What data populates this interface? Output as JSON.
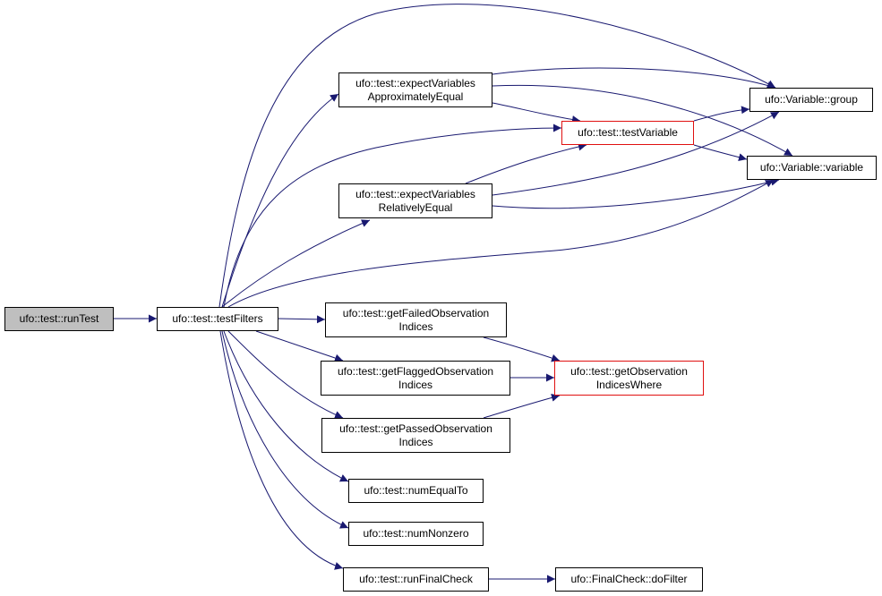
{
  "diagram": {
    "nodes": {
      "runTest": {
        "lines": [
          "ufo::test::runTest"
        ]
      },
      "testFilters": {
        "lines": [
          "ufo::test::testFilters"
        ]
      },
      "expectApprox": {
        "lines": [
          "ufo::test::expectVariables",
          "ApproximatelyEqual"
        ]
      },
      "expectRel": {
        "lines": [
          "ufo::test::expectVariables",
          "RelativelyEqual"
        ]
      },
      "testVariable": {
        "lines": [
          "ufo::test::testVariable"
        ]
      },
      "group": {
        "lines": [
          "ufo::Variable::group"
        ]
      },
      "variable": {
        "lines": [
          "ufo::Variable::variable"
        ]
      },
      "getFailed": {
        "lines": [
          "ufo::test::getFailedObservation",
          "Indices"
        ]
      },
      "getFlagged": {
        "lines": [
          "ufo::test::getFlaggedObservation",
          "Indices"
        ]
      },
      "getPassed": {
        "lines": [
          "ufo::test::getPassedObservation",
          "Indices"
        ]
      },
      "getWhere": {
        "lines": [
          "ufo::test::getObservation",
          "IndicesWhere"
        ]
      },
      "numEqualTo": {
        "lines": [
          "ufo::test::numEqualTo"
        ]
      },
      "numNonzero": {
        "lines": [
          "ufo::test::numNonzero"
        ]
      },
      "runFinalCheck": {
        "lines": [
          "ufo::test::runFinalCheck"
        ]
      },
      "doFilter": {
        "lines": [
          "ufo::FinalCheck::doFilter"
        ]
      }
    },
    "colors": {
      "edge": "#191970",
      "root_fill": "#bfbfbf",
      "highlight_border": "#e01010"
    },
    "edges": [
      [
        "runTest",
        "testFilters"
      ],
      [
        "testFilters",
        "expectApprox"
      ],
      [
        "testFilters",
        "expectRel"
      ],
      [
        "testFilters",
        "testVariable"
      ],
      [
        "testFilters",
        "group"
      ],
      [
        "testFilters",
        "variable"
      ],
      [
        "testFilters",
        "getFailed"
      ],
      [
        "testFilters",
        "getFlagged"
      ],
      [
        "testFilters",
        "getPassed"
      ],
      [
        "testFilters",
        "numEqualTo"
      ],
      [
        "testFilters",
        "numNonzero"
      ],
      [
        "testFilters",
        "runFinalCheck"
      ],
      [
        "expectApprox",
        "testVariable"
      ],
      [
        "expectApprox",
        "group"
      ],
      [
        "expectApprox",
        "variable"
      ],
      [
        "expectRel",
        "testVariable"
      ],
      [
        "expectRel",
        "group"
      ],
      [
        "expectRel",
        "variable"
      ],
      [
        "testVariable",
        "group"
      ],
      [
        "testVariable",
        "variable"
      ],
      [
        "getFailed",
        "getWhere"
      ],
      [
        "getFlagged",
        "getWhere"
      ],
      [
        "getPassed",
        "getWhere"
      ],
      [
        "runFinalCheck",
        "doFilter"
      ]
    ]
  }
}
